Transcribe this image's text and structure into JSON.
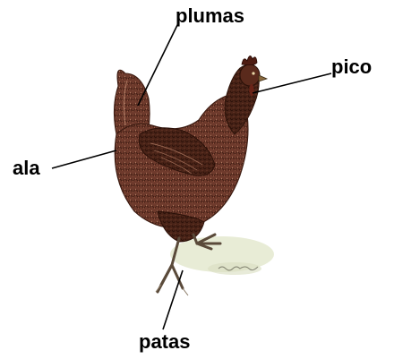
{
  "diagram": {
    "labels": {
      "plumas": "plumas",
      "pico": "pico",
      "ala": "ala",
      "patas": "patas"
    },
    "colors": {
      "leader_line": "#000000",
      "label_text": "#000000",
      "plumage_dark": "#4a2418",
      "plumage_mid": "#7a4030",
      "plumage_light": "#a86850",
      "comb": "#5a2418",
      "legs": "#5a4a3a",
      "ground_shadow": "#e8ecd8"
    },
    "illustration": "hen-drawing"
  }
}
